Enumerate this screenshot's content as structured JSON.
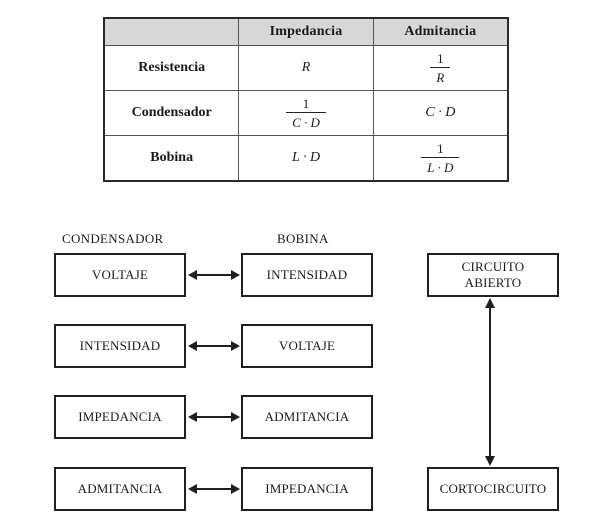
{
  "table": {
    "headers": [
      "",
      "Impedancia",
      "Admitancia"
    ],
    "rows": [
      {
        "label": "Resistencia",
        "impedance": {
          "text": "R"
        },
        "admittance": {
          "num": "1",
          "den": "R"
        }
      },
      {
        "label": "Condensador",
        "impedance": {
          "num": "1",
          "den": "C · D"
        },
        "admittance": {
          "text": "C · D"
        }
      },
      {
        "label": "Bobina",
        "impedance": {
          "text": "L · D"
        },
        "admittance": {
          "num": "1",
          "den": "L · D"
        }
      }
    ]
  },
  "diagram": {
    "left_header": "CONDENSADOR",
    "right_header": "BOBINA",
    "pairs": [
      {
        "left": "VOLTAJE",
        "right": "INTENSIDAD"
      },
      {
        "left": "INTENSIDAD",
        "right": "VOLTAJE"
      },
      {
        "left": "IMPEDANCIA",
        "right": "ADMITANCIA"
      },
      {
        "left": "ADMITANCIA",
        "right": "IMPEDANCIA"
      }
    ],
    "top_box": "CIRCUITO\nABIERTO",
    "bottom_box": "CORTOCIRCUITO"
  }
}
